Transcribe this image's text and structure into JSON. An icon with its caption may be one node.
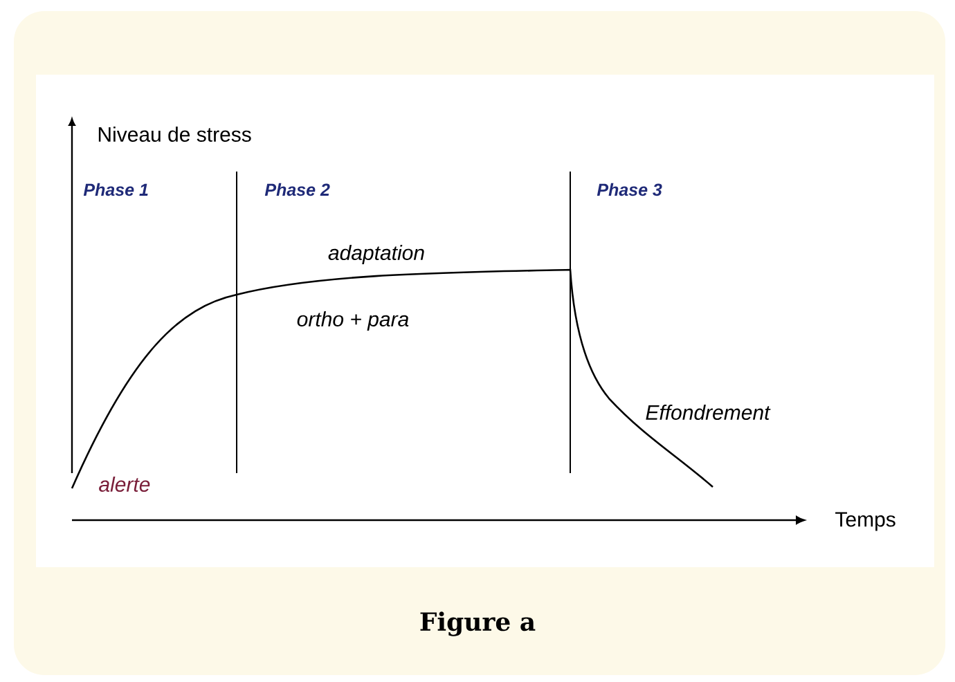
{
  "diagram": {
    "caption": "Figure a",
    "labels": [
      "Niveau de stress",
      "Phase 1",
      "Phase 2",
      "Phase 3",
      "adaptation",
      "ortho + para",
      "Effondrement",
      "alerte",
      "Temps"
    ]
  }
}
